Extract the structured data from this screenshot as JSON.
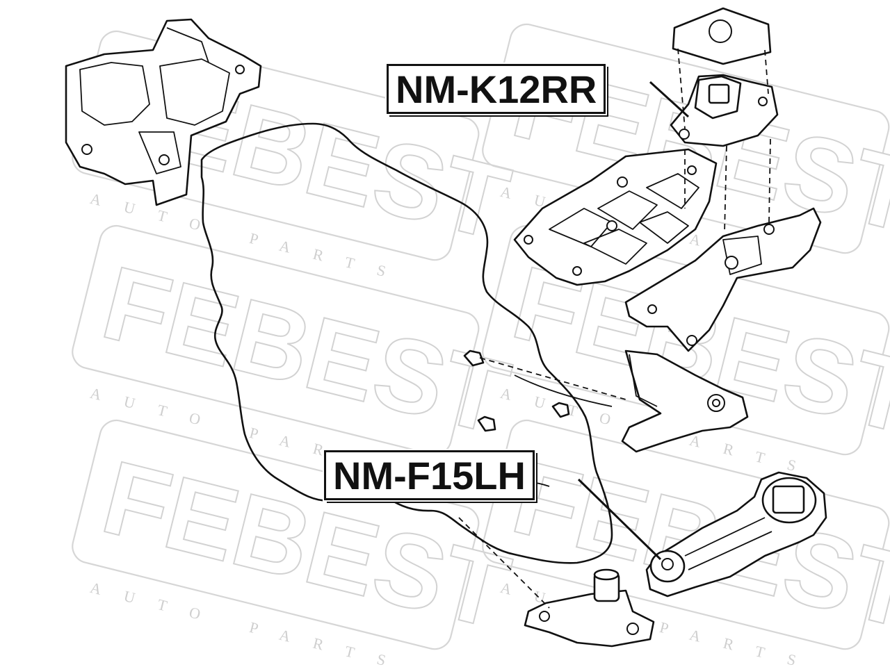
{
  "watermark": {
    "brand": "FEBEST",
    "tagline": "AUTO PARTS"
  },
  "callouts": [
    {
      "id": "rr",
      "part_number": "NM-K12RR"
    },
    {
      "id": "lh",
      "part_number": "NM-F15LH"
    }
  ],
  "colors": {
    "ink": "#111111",
    "watermark": "#d6d6d6",
    "background": "#ffffff"
  }
}
